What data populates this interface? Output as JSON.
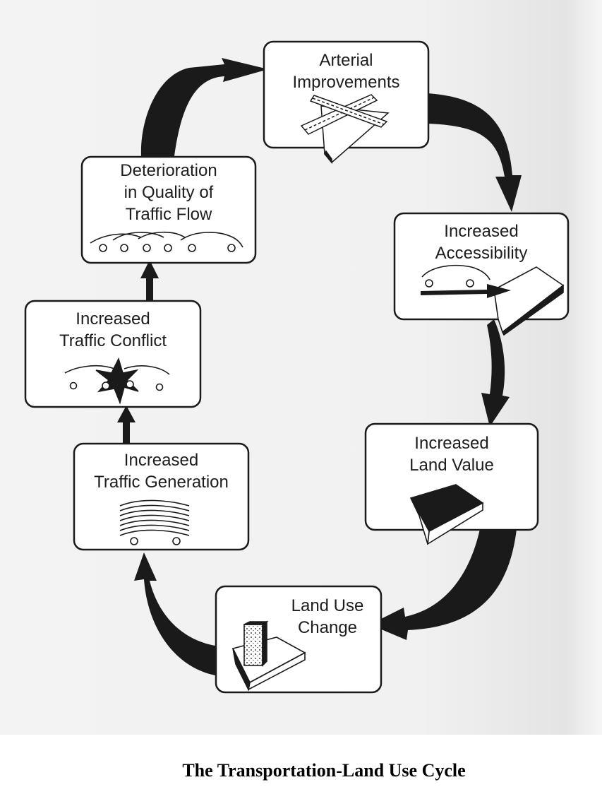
{
  "diagram": {
    "nodes": [
      {
        "id": "arterial",
        "label": "Arterial\nImprovements",
        "icon": "crossing-roads-icon"
      },
      {
        "id": "accessibility",
        "label": "Increased\nAccessibility",
        "icon": "car-arrow-land-icon"
      },
      {
        "id": "land_value",
        "label": "Increased\nLand Value",
        "icon": "dark-land-parcel-icon"
      },
      {
        "id": "land_use",
        "label": "Land Use\nChange",
        "icon": "building-on-land-icon"
      },
      {
        "id": "traffic_generation",
        "label": "Increased\nTraffic Generation",
        "icon": "traffic-lines-icon"
      },
      {
        "id": "traffic_conflict",
        "label": "Increased\nTraffic Conflict",
        "icon": "car-collision-icon"
      },
      {
        "id": "deterioration",
        "label": "Deterioration\nin Quality of\nTraffic Flow",
        "icon": "car-queue-icon"
      }
    ],
    "edges": [
      {
        "from": "arterial",
        "to": "accessibility"
      },
      {
        "from": "accessibility",
        "to": "land_value"
      },
      {
        "from": "land_value",
        "to": "land_use"
      },
      {
        "from": "land_use",
        "to": "traffic_generation"
      },
      {
        "from": "traffic_generation",
        "to": "traffic_conflict"
      },
      {
        "from": "traffic_conflict",
        "to": "deterioration"
      },
      {
        "from": "deterioration",
        "to": "arterial"
      }
    ],
    "colors": {
      "ink": "#1a1a1a",
      "box_fill": "#ffffff",
      "scan_bg": "#f2f2f2"
    }
  },
  "caption": "The Transportation-Land Use Cycle"
}
